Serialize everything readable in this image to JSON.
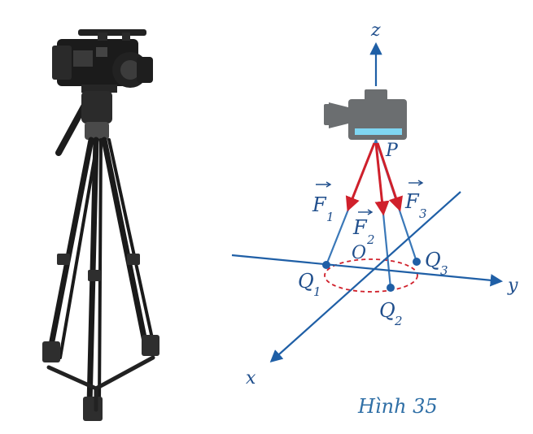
{
  "figure": {
    "caption": "Hình 35",
    "photo_subject_icon": "camera-on-tripod-photo",
    "diagram": {
      "axes": {
        "x": "x",
        "y": "y",
        "z": "z"
      },
      "origin": "O",
      "apex": "P",
      "points": {
        "q1": "Q",
        "q2": "Q",
        "q3": "Q"
      },
      "point_subscripts": {
        "q1": "1",
        "q2": "2",
        "q3": "3"
      },
      "forces": {
        "f1": "F",
        "f2": "F",
        "f3": "F"
      },
      "force_subscripts": {
        "f1": "1",
        "f2": "2",
        "f3": "3"
      },
      "camera_icon": "video-camera-icon"
    },
    "colors": {
      "axis_blue": "#1f5fa6",
      "leg_blue": "#3a78b8",
      "force_red": "#d0202b",
      "camera_gray": "#6b6e70",
      "screen_cyan": "#7fd6f2",
      "label_blue": "#1f4e8c"
    }
  }
}
